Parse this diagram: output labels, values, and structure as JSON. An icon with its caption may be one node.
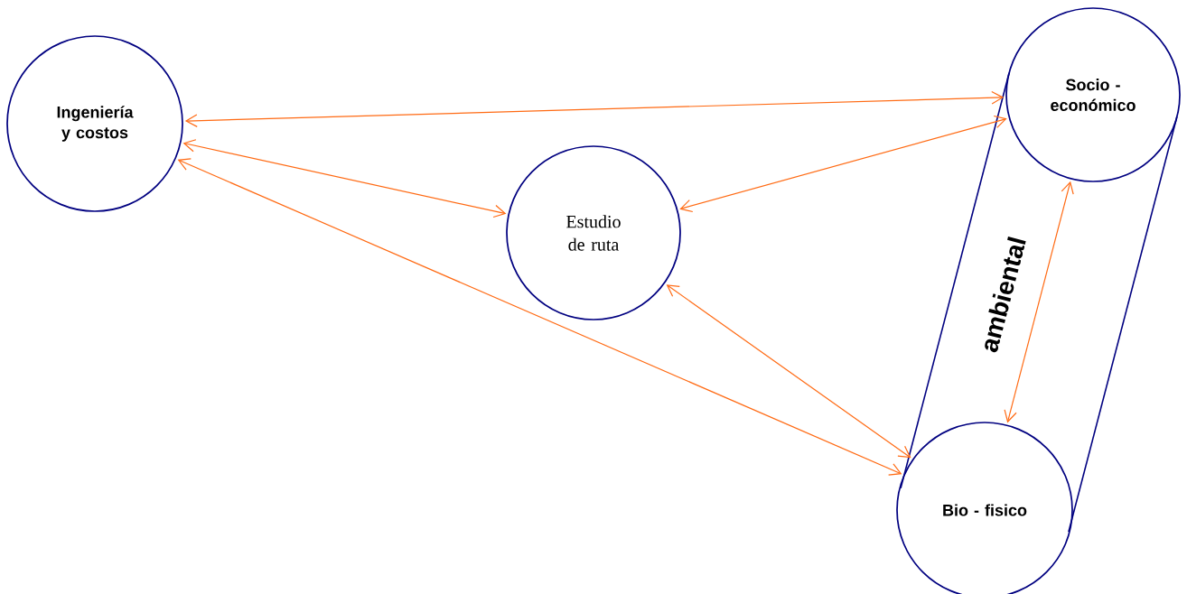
{
  "diagram": {
    "nodes": [
      {
        "text": [
          "Ingeniería y costos"
        ]
      },
      {
        "text": [
          "Estudio de ruta"
        ]
      },
      {
        "text": [
          "ambiental"
        ]
      },
      {
        "text": [
          "Socio - económico"
        ]
      },
      {
        "text": [
          "Bio - fisico"
        ]
      }
    ],
    "edges": [
      {
        "from": 0,
        "to": 3,
        "arrow": "both"
      },
      {
        "from": 0,
        "to": 1,
        "arrow": "both"
      },
      {
        "from": 1,
        "to": 3,
        "arrow": "both"
      },
      {
        "from": 0,
        "to": 4,
        "arrow": "both"
      },
      {
        "from": 1,
        "to": 4,
        "arrow": "both"
      },
      {
        "from": 3,
        "to": 4,
        "arrow": "both"
      }
    ]
  }
}
